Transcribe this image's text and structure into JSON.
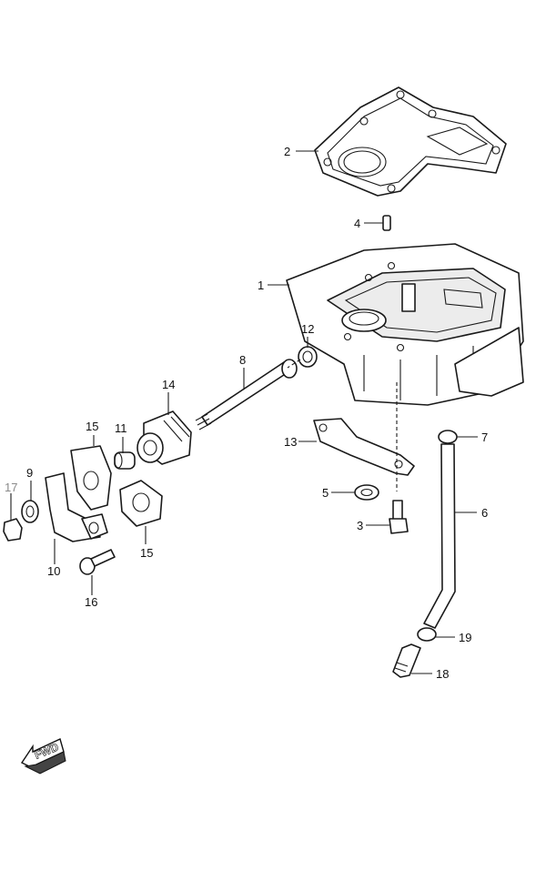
{
  "diagram": {
    "callouts": {
      "c1": "1",
      "c2": "2",
      "c3": "3",
      "c4": "4",
      "c5": "5",
      "c6": "6",
      "c7": "7",
      "c8": "8",
      "c9": "9",
      "c10": "10",
      "c11": "11",
      "c12": "12",
      "c13": "13",
      "c14": "14",
      "c15a": "15",
      "c15b": "15",
      "c16": "16",
      "c17": "17",
      "c18": "18",
      "c19": "19"
    },
    "fwd_label": "FWD"
  },
  "colors": {
    "line": "#1a1a1a",
    "muted_callout": "#8a8a8a"
  }
}
